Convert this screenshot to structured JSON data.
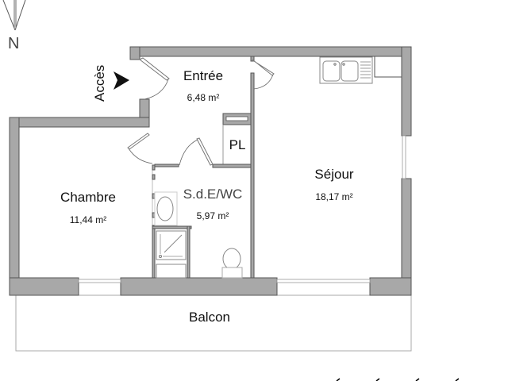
{
  "plan": {
    "compass": {
      "label": "N",
      "icon": "north-arrow-icon"
    },
    "access": {
      "label": "Accès",
      "icon": "access-arrow-icon"
    },
    "rooms": [
      {
        "id": "entree",
        "name": "Entrée",
        "area": "6,48 m²"
      },
      {
        "id": "chambre",
        "name": "Chambre",
        "area": "11,44 m²"
      },
      {
        "id": "sde-wc",
        "name": "S.d.E/WC",
        "area": "5,97 m²"
      },
      {
        "id": "sejour",
        "name": "Séjour",
        "area": "18,17 m²"
      },
      {
        "id": "placard",
        "name": "PL"
      },
      {
        "id": "balcon",
        "name": "Balcon"
      }
    ]
  }
}
